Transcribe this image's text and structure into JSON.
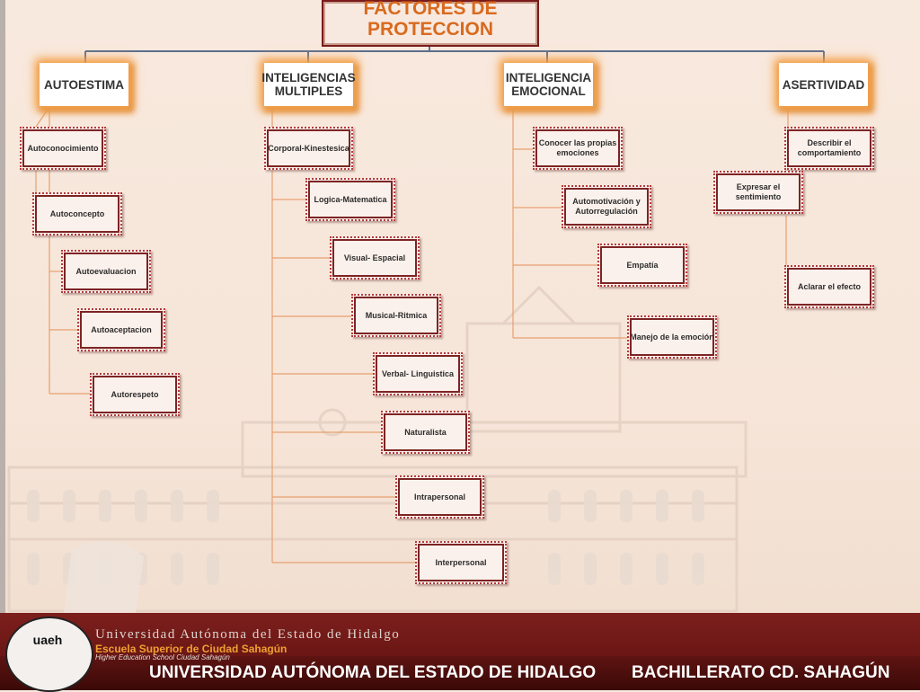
{
  "title": "FACTORES DE\nPROTECCION",
  "categories": [
    {
      "id": "autoestima",
      "label": "AUTOESTIMA",
      "children": [
        "Autoconocimiento",
        "Autoconcepto",
        "Autoevaluacion",
        "Autoaceptacion",
        "Autorespeto"
      ]
    },
    {
      "id": "inteligencias",
      "label": "INTELIGENCIAS\nMULTIPLES",
      "children": [
        "Corporal-Kinestesica",
        "Logica-Matematica",
        "Visual- Espacial",
        "Musical-Ritmica",
        "Verbal- Linguistica",
        "Naturalista",
        "Intrapersonal",
        "Interpersonal"
      ]
    },
    {
      "id": "emocional",
      "label": "INTELIGENCIA\nEMOCIONAL",
      "children": [
        "Conocer las propias\nemociones",
        "Automotivación y\nAutorregulación",
        "Empatía",
        "Manejo de la emoción"
      ]
    },
    {
      "id": "asertividad",
      "label": "ASERTIVIDAD",
      "children": [
        "Describir el\ncomportamiento",
        "Expresar el sentimiento",
        "Aclarar el efecto"
      ]
    }
  ],
  "footer": {
    "seal_text": "uaeh",
    "line1": "Universidad Autónoma del Estado de Hidalgo",
    "line2": "Escuela Superior de Ciudad Sahagún",
    "line3": "Higher Education School Ciudad Sahagún",
    "bottom_left": "UNIVERSIDAD AUTÓNOMA DEL ESTADO DE HIDALGO",
    "bottom_right": "BACHILLERATO CD. SAHAGÚN"
  },
  "colors": {
    "title_text": "#d96a1e",
    "connector_orange": "#e8a070",
    "connector_blue": "#5b6f8f",
    "footer_red": "#6b1715",
    "footer_orange_text": "#f0a030"
  }
}
